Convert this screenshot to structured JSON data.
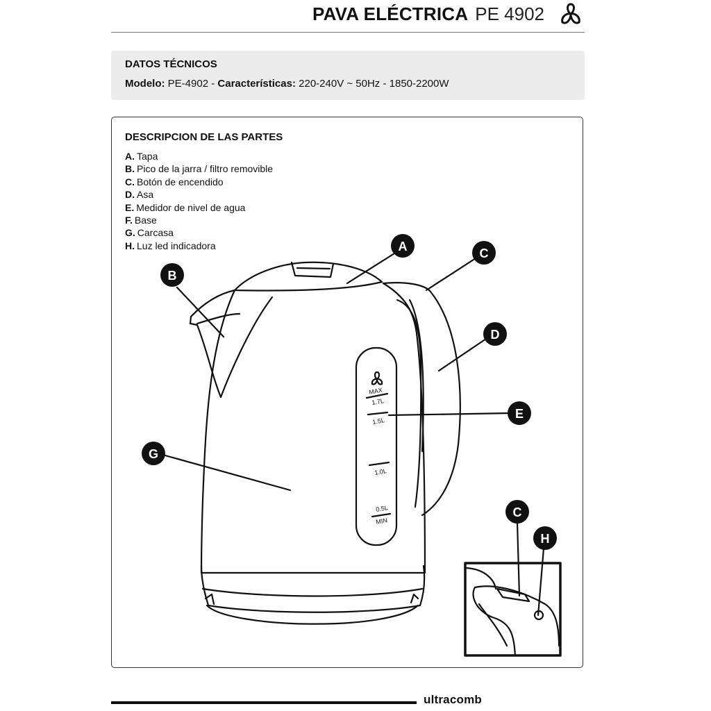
{
  "header": {
    "title": "PAVA ELÉCTRICA",
    "model": "PE 4902",
    "logo_icon": "ultracomb-trefoil-logo"
  },
  "tech": {
    "title": "DATOS TÉCNICOS",
    "model_label": "Modelo:",
    "model_value": "PE-4902 -",
    "features_label": "Características:",
    "features_value": "220-240V ~ 50Hz  -  1850-2200W"
  },
  "parts": {
    "title": "DESCRIPCION DE LAS PARTES",
    "items": [
      {
        "letter": "A.",
        "label": "Tapa"
      },
      {
        "letter": "B.",
        "label": "Pico de la jarra / filtro removible"
      },
      {
        "letter": "C.",
        "label": "Botón de encendido"
      },
      {
        "letter": "D.",
        "label": "Asa"
      },
      {
        "letter": "E.",
        "label": "Medidor de nivel de agua"
      },
      {
        "letter": "F.",
        "label": "Base"
      },
      {
        "letter": "G.",
        "label": "Carcasa"
      },
      {
        "letter": "H.",
        "label": "Luz led indicadora"
      }
    ]
  },
  "diagram": {
    "callouts": {
      "a": "A",
      "b": "B",
      "c": "C",
      "d": "D",
      "e": "E",
      "g": "G",
      "c2": "C",
      "h": "H"
    },
    "gauge": {
      "max": "MAX",
      "l17": "1.7L",
      "l15": "1.5L",
      "l10": "1.0L",
      "l05": "0.5L",
      "min": "MIN"
    }
  },
  "footer": {
    "brand": "ultracomb"
  }
}
